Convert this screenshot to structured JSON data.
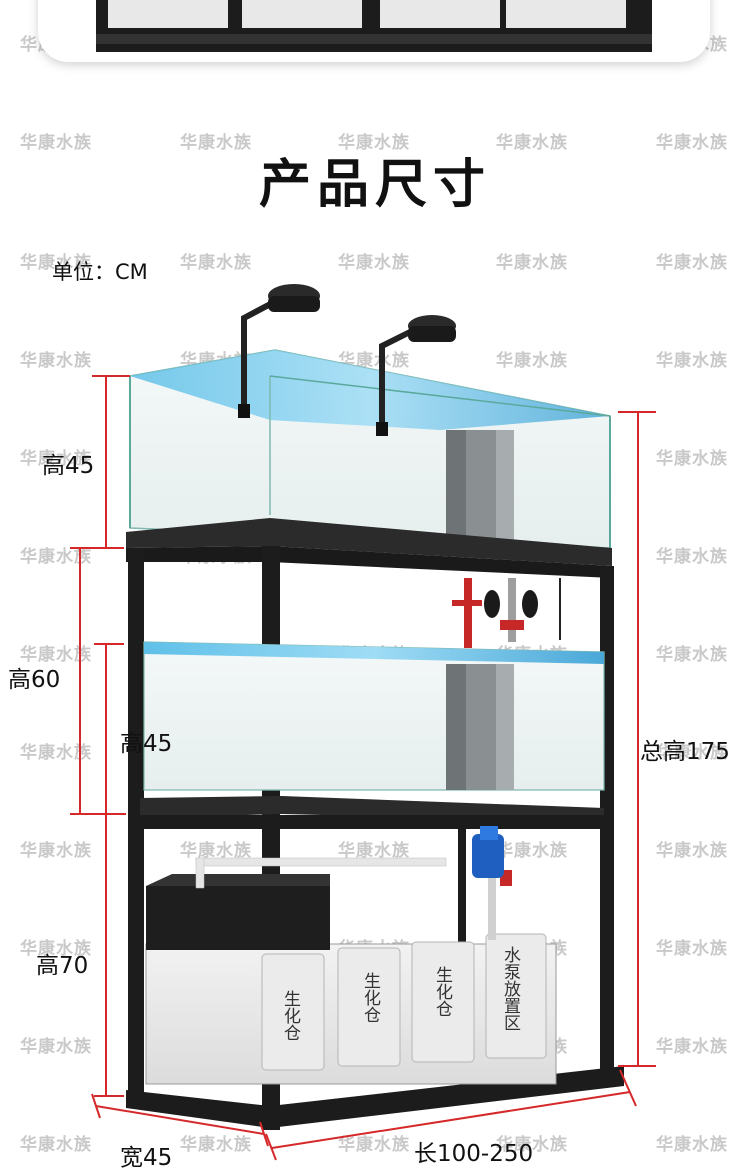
{
  "watermark": "华康水族",
  "title": "产品尺寸",
  "unit": "单位：CM",
  "dimensions": {
    "top_height": "高45",
    "middle_height_total": "高60",
    "middle_height_tank": "高45",
    "bottom_height": "高70",
    "total_height": "总高175",
    "width": "宽45",
    "length": "长100-250"
  },
  "compartments": {
    "bio1": "生化仓",
    "bio2": "生化仓",
    "bio3": "生化仓",
    "pump": "水泵放置区"
  },
  "colors": {
    "dimension_line": "#d62828",
    "frame": "#1c1c1c",
    "water": "#4aa8d8"
  }
}
